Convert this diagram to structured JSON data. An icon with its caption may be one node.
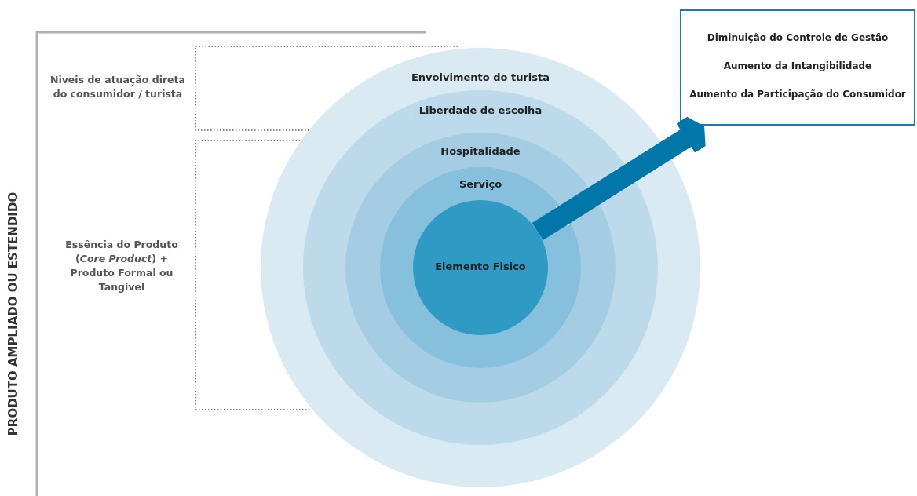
{
  "diagram": {
    "nodes": [
      {
        "text": [
          "Envolvimento do turista"
        ]
      },
      {
        "text": [
          "Liberdade de escolha"
        ],
        "in": 0
      },
      {
        "text": [
          "Hospitalidade"
        ],
        "in": 1
      },
      {
        "text": [
          "Serviço"
        ],
        "in": 2
      },
      {
        "text": [
          "Elemento Fisico"
        ],
        "in": 3
      },
      {
        "text": [
          "Diminuição do Controle de Gestão",
          "Aumento da Intangibilidade",
          "Aumento da Participação do Consumidor"
        ]
      }
    ],
    "edges": [
      {
        "from": 4,
        "to": 5,
        "arrow": "to"
      }
    ],
    "labels": [
      "PRODUTO AMPLIADO OU ESTENDIDO",
      "Niveis de atuação direta do consumidor / turista",
      "Essência do Produto (*Core Product*) + Produto Formal ou Tangível"
    ]
  }
}
